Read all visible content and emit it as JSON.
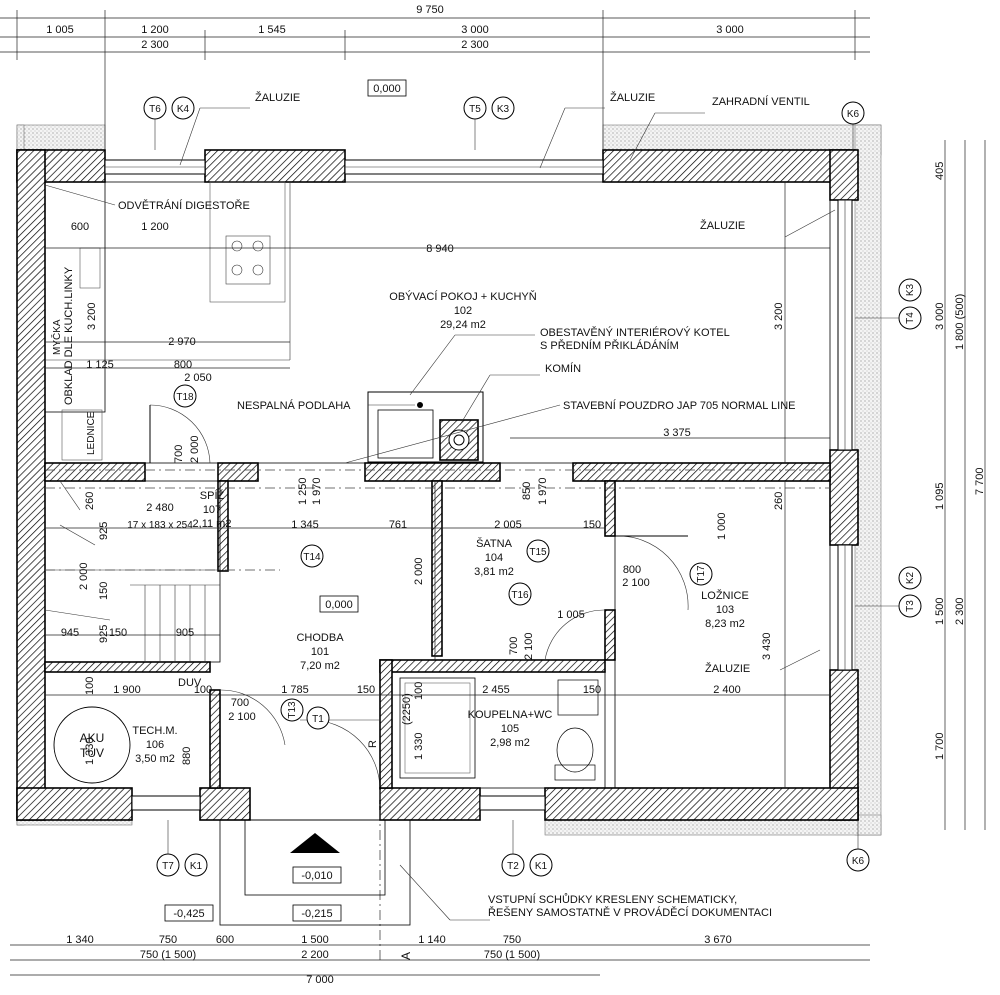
{
  "dimensions": {
    "top_total": "9 750",
    "top_row": [
      "1 005",
      "1 200",
      "1 545",
      "3 000",
      "3 000"
    ],
    "top_row2": [
      "2 300",
      "2 300"
    ],
    "bottom_row": [
      "1 340",
      "750",
      "600",
      "1 500",
      "1 140",
      "750",
      "3 670"
    ],
    "bottom_row2": [
      "750 (1 500)",
      "2 200",
      "750 (1 500)"
    ],
    "bottom_total": "7 000",
    "right_total": "7 700",
    "right_row": [
      "405",
      "3 000",
      "1 095",
      "1 500",
      "1 700"
    ],
    "right_row2": [
      "1 800 (500)",
      "2 300"
    ],
    "interior": [
      "600",
      "1 200",
      "8 940",
      "3 200",
      "2 970",
      "1 125",
      "800",
      "2 050",
      "700",
      "2 000",
      "3 375",
      "3 200",
      "260",
      "2 480",
      "1 250",
      "1 970",
      "1 345",
      "761",
      "850",
      "1 970",
      "2 005",
      "150",
      "1 000",
      "260",
      "925",
      "2 000",
      "150",
      "945",
      "925",
      "150",
      "905",
      "800",
      "2 100",
      "1 005",
      "700",
      "2 100",
      "3 430",
      "100",
      "1 900",
      "100",
      "1 785",
      "150",
      "2 455",
      "150",
      "2 400",
      "100",
      "700",
      "2 100",
      "1 330",
      "880",
      "1 330",
      "(2250)",
      "17 x 183 x 254",
      "2 000"
    ]
  },
  "levels": [
    "0,000",
    "0,000",
    "-0,010",
    "-0,215",
    "-0,425"
  ],
  "rooms": [
    {
      "name": "OBÝVACÍ POKOJ + KUCHYŇ",
      "number": "102",
      "area": "29,24 m2"
    },
    {
      "name": "SPÍŽ",
      "number": "107",
      "area": "2,11 m2"
    },
    {
      "name": "CHODBA",
      "number": "101",
      "area": "7,20 m2"
    },
    {
      "name": "ŠATNA",
      "number": "104",
      "area": "3,81 m2"
    },
    {
      "name": "LOŽNICE",
      "number": "103",
      "area": "8,23 m2"
    },
    {
      "name": "KOUPELNA+WC",
      "number": "105",
      "area": "2,98 m2"
    },
    {
      "name": "TECH.M.",
      "number": "106",
      "area": "3,50 m2"
    }
  ],
  "annotations": {
    "zaluzie": "ŽALUZIE",
    "zahradni_ventil": "ZAHRADNÍ VENTIL",
    "odvetrani": "ODVĚTRÁNÍ DIGESTOŘE",
    "obklad": "OBKLAD DLE KUCH.LINKY",
    "myčka": "MYČKA",
    "lednice": "LEDNICE",
    "kotel": "OBESTAVĚNÝ INTERIÉROVÝ KOTEL",
    "kotel2": "S PŘEDNÍM PŘIKLÁDÁNÍM",
    "komin": "KOMÍN",
    "nespalna": "NESPALNÁ PODLAHA",
    "pouzdro": "STAVEBNÍ POUZDRO JAP 705 NORMAL LINE",
    "schudky": "VSTUPNÍ SCHŮDKY KRESLENY SCHEMATICKY,",
    "schudky2": "ŘEŠENY SAMOSTATNĚ V PROVÁDĚCÍ DOKUMENTACI",
    "akutuv": "AKU TUV",
    "duv": "DUV",
    "r": "R",
    "section": "A"
  },
  "tags": [
    "T6",
    "K4",
    "T5",
    "K3",
    "K6",
    "T4",
    "K3",
    "T18",
    "T14",
    "T15",
    "T16",
    "T17",
    "T3",
    "K2",
    "T13",
    "T1",
    "T7",
    "K1",
    "T2",
    "K1",
    "K6"
  ]
}
